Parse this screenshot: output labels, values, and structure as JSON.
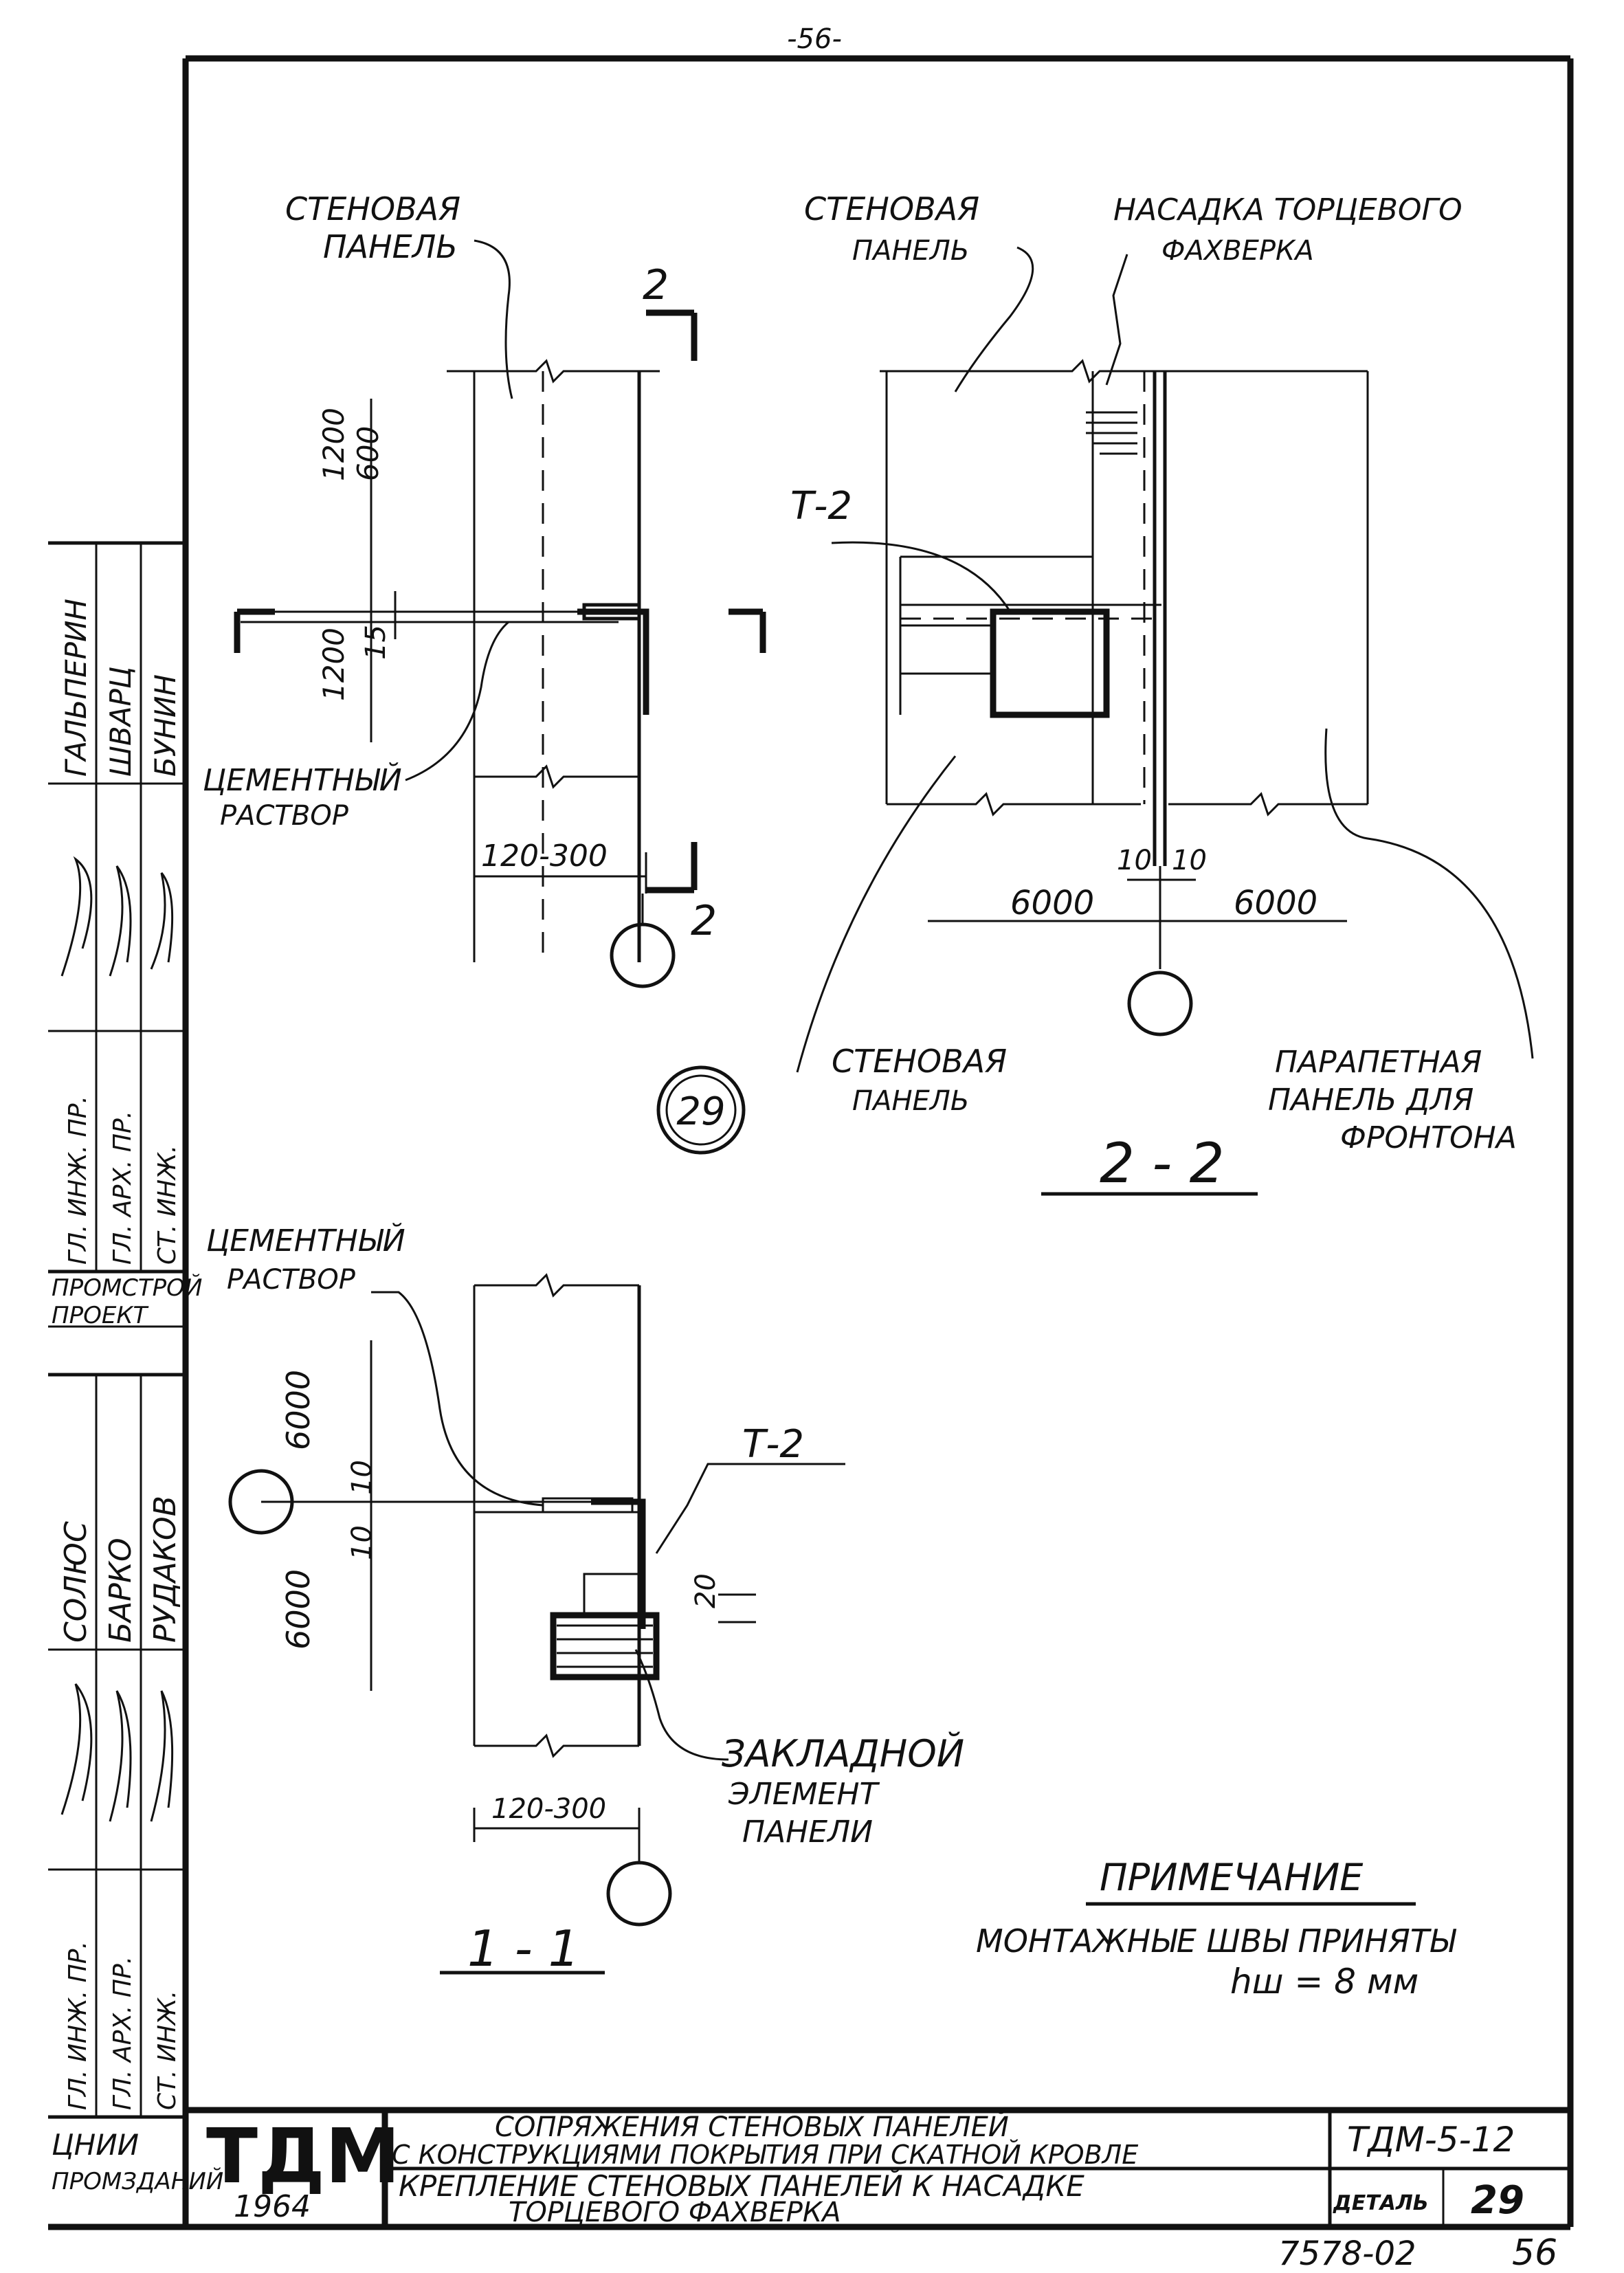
{
  "page_number_top": "-56-",
  "detail_number": "29",
  "section_22": {
    "title": "2 - 2",
    "label_wall_panel_left": [
      "СТЕНОВАЯ",
      "ПАНЕЛЬ"
    ],
    "label_gable_cap": [
      "НАСАДКА ТОРЦЕВОГО",
      "ФАХВЕРКА"
    ],
    "label_wall_panel_bottom": [
      "СТЕНОВАЯ",
      "ПАНЕЛЬ"
    ],
    "label_parapet": [
      "ПАРАПЕТНАЯ",
      "ПАНЕЛЬ ДЛЯ",
      "ФРОНТОНА"
    ],
    "label_t2": "Т-2",
    "dim_10_left": "10",
    "dim_10_right": "10",
    "dim_6000_left": "6000",
    "dim_6000_right": "6000"
  },
  "plan_view": {
    "label_wall_panel": [
      "СТЕНОВАЯ",
      "ПАНЕЛЬ"
    ],
    "label_mortar": [
      "ЦЕМЕНТНЫЙ",
      "РАСТВОР"
    ],
    "section_mark": "2",
    "section_mark_bottom": "2",
    "dim_1200_600_top": "1200",
    "dim_1200_600_bottom": "600",
    "dim_1200": "1200",
    "dim_15": "15",
    "dim_120_300": "120-300"
  },
  "section_11": {
    "title": "1 - 1",
    "label_mortar": [
      "ЦЕМЕНТНЫЙ",
      "РАСТВОР"
    ],
    "label_t2": "Т-2",
    "label_embedded": [
      "ЗАКЛАДНОЙ",
      "ЭЛЕМЕНТ",
      "ПАНЕЛИ"
    ],
    "dim_6000_top": "6000",
    "dim_6000_bottom": "6000",
    "dim_10a": "10",
    "dim_10b": "10",
    "dim_20": "20",
    "dim_120_300": "120-300"
  },
  "note": {
    "title": "ПРИМЕЧАНИЕ",
    "line1": "МОНТАЖНЫЕ ШВЫ ПРИНЯТЫ",
    "line2": "hш = 8 мм"
  },
  "side_stamp": {
    "names_top": [
      "ГАЛЬПЕРИН",
      "ШВАРЦ",
      "БУНИН"
    ],
    "roles_top": [
      "ГЛ. ИНЖ. ПР.",
      "ГЛ. АРХ. ПР.",
      "СТ. ИНЖ."
    ],
    "org": [
      "ПРОМСТРОЙ",
      "ПРОЕКТ"
    ],
    "names_bottom": [
      "СОЛЮС",
      "БАРКО",
      "РУДАКОВ"
    ],
    "roles_bottom": [
      "ГЛ. ИНЖ. ПР.",
      "ГЛ. АРХ. ПР.",
      "СТ. ИНЖ."
    ],
    "institute": [
      "ЦНИИ",
      "ПРОМЗДАНИЙ"
    ]
  },
  "title_block": {
    "logo": "ТДМ",
    "year": "1964",
    "title_line1": "СОПРЯЖЕНИЯ СТЕНОВЫХ ПАНЕЛЕЙ",
    "title_line2": "С КОНСТРУКЦИЯМИ ПОКРЫТИЯ ПРИ СКАТНОЙ КРОВЛЕ",
    "subtitle_line1": "КРЕПЛЕНИЕ СТЕНОВЫХ ПАНЕЛЕЙ К НАСАДКЕ",
    "subtitle_line2": "ТОРЦЕВОГО ФАХВЕРКА",
    "code": "ТДМ-5-12",
    "detail_label": "ДЕТАЛЬ",
    "detail_value": "29"
  },
  "footer": {
    "doc_number": "7578-02",
    "page": "56"
  }
}
